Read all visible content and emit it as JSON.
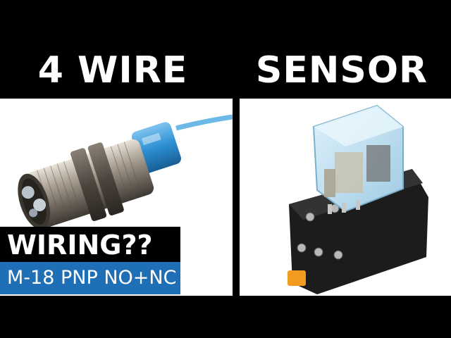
{
  "headline": {
    "left": "4 WIRE",
    "right": "SENSOR"
  },
  "overlay": {
    "question": "WIRING??",
    "spec": "M-18  PNP NO+NC"
  },
  "images": {
    "left": "cylindrical M18 proximity sensor with blue cable",
    "right": "clear plug-in relay mounted on black DIN socket base"
  },
  "colors": {
    "background": "#000000",
    "text": "#ffffff",
    "spec_band": "#1f6fb7"
  }
}
